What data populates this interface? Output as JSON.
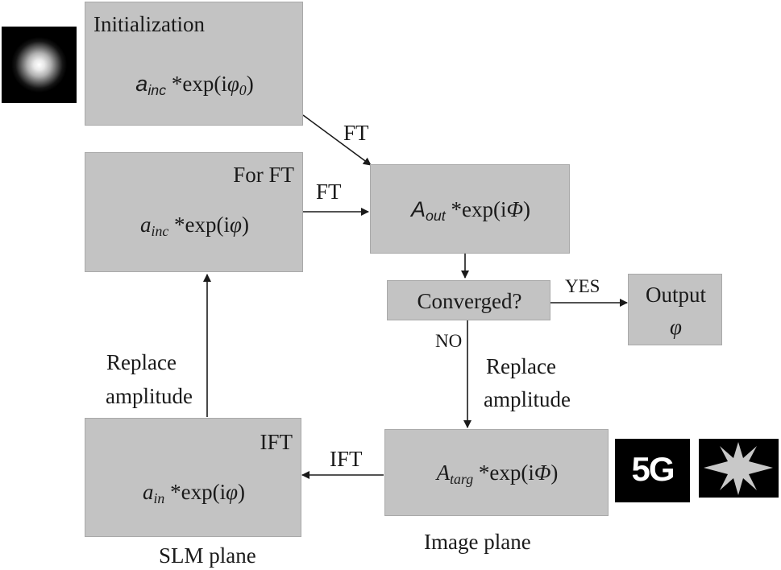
{
  "boxes": {
    "init": {
      "title": "Initialization",
      "amp_symbol": "a",
      "amp_sub": "inc",
      "expr_prefix": " *exp(i",
      "phase_symbol": "φ",
      "phase_sub": "0",
      "expr_suffix": ")"
    },
    "forft": {
      "title": "For FT",
      "amp_symbol": "a",
      "amp_sub": "inc",
      "expr_prefix": " *exp(i",
      "phase_symbol": "φ",
      "expr_suffix": ")"
    },
    "aout": {
      "amp_symbol": "A",
      "amp_sub": "out",
      "expr_prefix": " *exp(i",
      "phase_symbol": "Φ",
      "expr_suffix": ")"
    },
    "converged": {
      "label": "Converged?"
    },
    "output": {
      "label": "Output",
      "phase_symbol": "φ"
    },
    "ift": {
      "title": "IFT",
      "amp_symbol": "a",
      "amp_sub": "in",
      "expr_prefix": " *exp(i",
      "phase_symbol": "φ",
      "expr_suffix": ")"
    },
    "atarg": {
      "amp_symbol": "A",
      "amp_sub": "targ",
      "expr_prefix": " *exp(i",
      "phase_symbol": "Φ",
      "expr_suffix": ")"
    }
  },
  "arrow_labels": {
    "ft_diag": "FT",
    "ft_horiz": "FT",
    "yes": "YES",
    "no": "NO",
    "replace_left_1": "Replace",
    "replace_left_2": "amplitude",
    "replace_right_1": "Replace",
    "replace_right_2": "amplitude",
    "ift": "IFT"
  },
  "plane_labels": {
    "slm": "SLM plane",
    "image": "Image plane"
  },
  "thumbnails": {
    "target_text": "5G"
  }
}
